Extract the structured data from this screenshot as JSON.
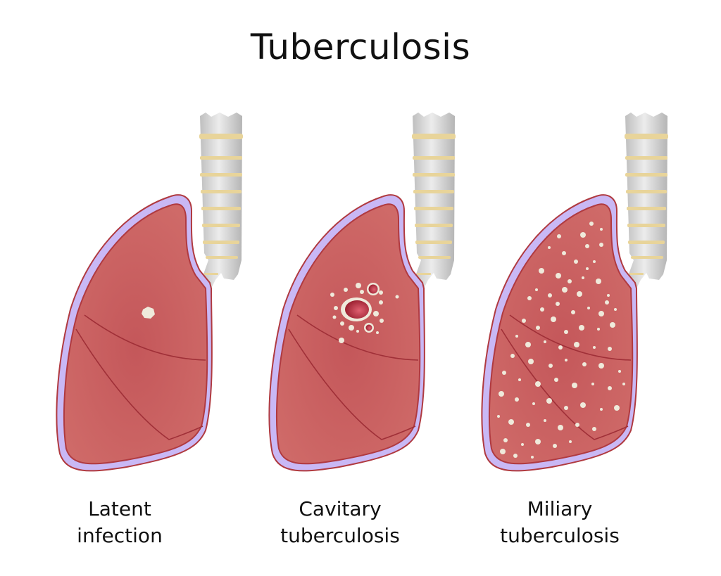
{
  "title": "Tuberculosis",
  "colors": {
    "lung_fill": "#c85a5c",
    "lung_outline": "#b03a40",
    "pleura": "#c9b8f5",
    "lesion": "#efeadb",
    "trachea": "#d6d6d6",
    "trachea_ring": "#e8d49a"
  },
  "panels": [
    {
      "id": "latent",
      "label_line1": "Latent",
      "label_line2": "infection",
      "lesion_type": "single-nodule"
    },
    {
      "id": "cavitary",
      "label_line1": "Cavitary",
      "label_line2": "tuberculosis",
      "lesion_type": "cavities"
    },
    {
      "id": "miliary",
      "label_line1": "Miliary",
      "label_line2": "tuberculosis",
      "lesion_type": "diffuse-nodules"
    }
  ]
}
